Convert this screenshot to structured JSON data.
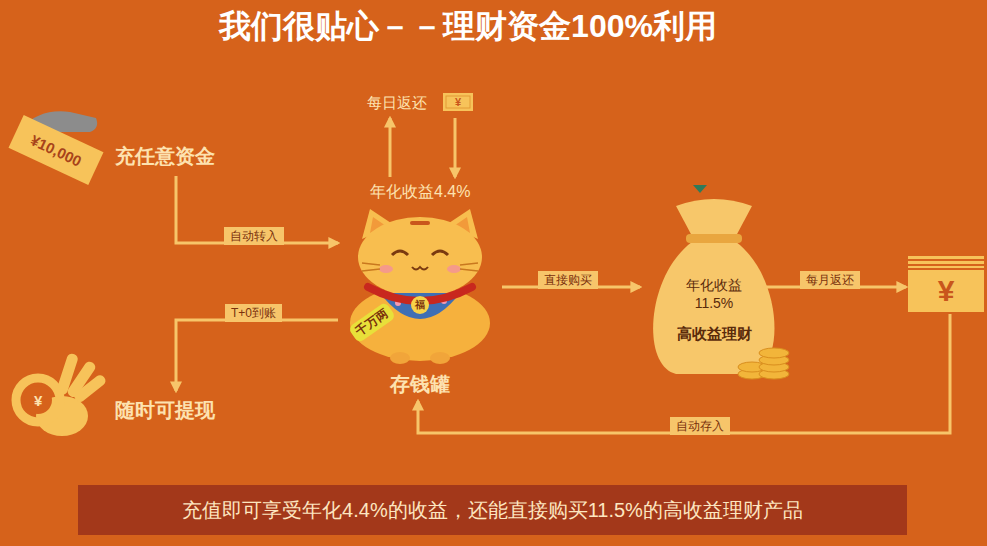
{
  "diagram": {
    "title": "我们很贴心－－理财资金100%利用",
    "caption": "充值即可享受年化4.4%的收益，还能直接购买11.5%的高收益理财产品",
    "nodes": [
      {
        "text": [
          "充任意资金"
        ]
      },
      {
        "text": [
          "每日返还"
        ]
      },
      {
        "text": [
          "年化收益4.4%"
        ]
      },
      {
        "text": [
          "存钱罐"
        ]
      },
      {
        "text": [
          "随时可提现"
        ]
      },
      {
        "text": [
          "年化收益 11.5%",
          "高收益理财"
        ]
      },
      {
        "text": [
          "¥"
        ]
      }
    ],
    "edges": [
      {
        "from": 0,
        "to": 3,
        "label": "自动转入",
        "arrow": "to"
      },
      {
        "from": 2,
        "to": 1,
        "arrow": "to"
      },
      {
        "from": 1,
        "to": 2,
        "arrow": "to"
      },
      {
        "from": 3,
        "to": 4,
        "label": "T+0到账",
        "arrow": "to"
      },
      {
        "from": 3,
        "to": 5,
        "label": "直接购买",
        "arrow": "to"
      },
      {
        "from": 5,
        "to": 6,
        "label": "每月返还",
        "arrow": "to"
      },
      {
        "from": 6,
        "to": 3,
        "label": "自动存入",
        "arrow": "to"
      }
    ],
    "labels": [
      "¥10,000",
      "¥",
      "千万两",
      "福",
      "¥"
    ]
  }
}
